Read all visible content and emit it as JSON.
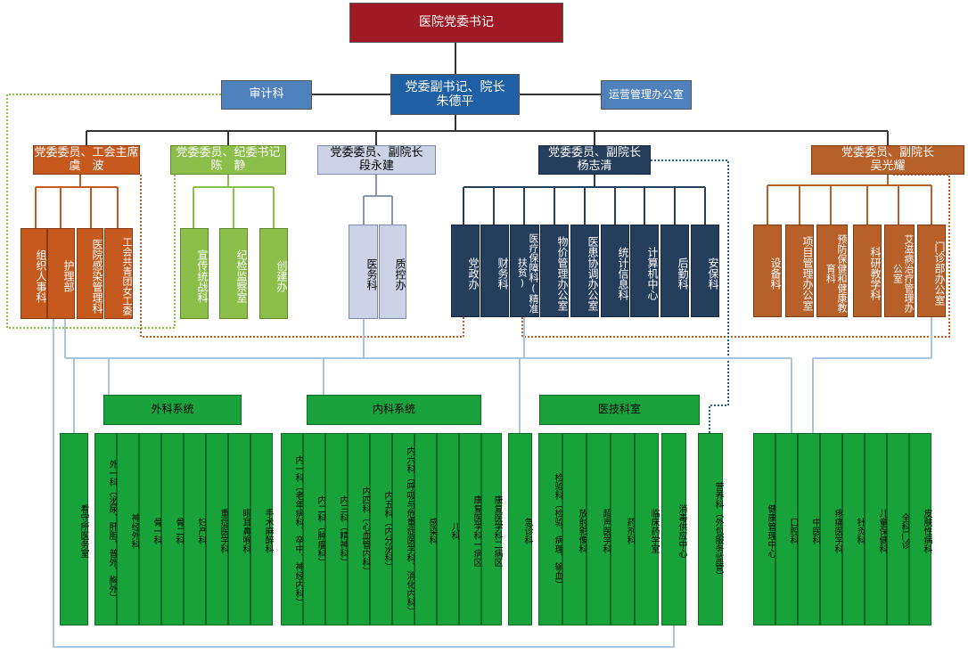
{
  "top": {
    "label": "医院党委书记"
  },
  "side_left": {
    "label": "审计科"
  },
  "center": {
    "line1": "党委副书记、院长",
    "line2": "朱德平"
  },
  "side_right": {
    "label": "运营管理办公室"
  },
  "heads": [
    {
      "line1": "党委委员、工会主席",
      "line2": "虞　波"
    },
    {
      "line1": "党委委员、纪委书记",
      "line2": "陈　静"
    },
    {
      "line1": "党委委员、副院长",
      "line2": "段永建"
    },
    {
      "line1": "党委委员、副院长",
      "line2": "杨志清"
    },
    {
      "line1": "党委委员、副院长",
      "line2": "吴光耀"
    }
  ],
  "depts_orange": [
    "组织人事科",
    "护理部",
    "医院感染管理科",
    "工会共青团女工委"
  ],
  "depts_green": [
    "宣传统战科",
    "纪检监察室",
    "创建办"
  ],
  "depts_lav": [
    "医务科",
    "质控办"
  ],
  "depts_navy": [
    "党政办",
    "财务科",
    "医疗保障科(精准扶贫)",
    "物价管理办公室",
    "医患协调办公室",
    "统计信息科",
    "计算机中心",
    "后勤科",
    "安保科"
  ],
  "depts_brown": [
    "设备科",
    "项目管理办公室",
    "预防保健和健康教育科",
    "科研教学科",
    "艾滋病治疗管理办公室",
    "门诊部办公室"
  ],
  "systems": {
    "surgery": "外科系统",
    "medicine": "内科系统",
    "medtech": "医技科室"
  },
  "clinical": {
    "standalone_left": "看守所医务室",
    "surgery": [
      "外一科（泌尿、肝胆、普外、胸外）",
      "神经外科",
      "骨一科",
      "骨二科",
      "妇产科",
      "重症医学科",
      "眼耳鼻喉科",
      "手术麻醉科"
    ],
    "medicine": [
      "内一科（老年病科、卒中、神经内科）",
      "内二科（肿瘤科）",
      "内三科（精神科）",
      "内四科（心血管内科）",
      "内五科（内分泌科）",
      "内六科（呼吸与危重症医学科、消化内科）",
      "感染科",
      "儿科",
      "康复医学科一病区",
      "康复医学科二病区"
    ],
    "emergency": "急诊科",
    "medtech": [
      "检验科（检验、病理、输血）",
      "放射影像科",
      "超声医学科",
      "药剂科",
      "临床药学室"
    ],
    "disinfection": "消毒供应中心",
    "nutrition": "营养科（外包服务监管）",
    "right": [
      "健康管理中心",
      "口腔科",
      "中医科",
      "疼痛医学科",
      "针灸科",
      "儿童保健科",
      "全科门诊",
      "皮肤性病科"
    ]
  }
}
